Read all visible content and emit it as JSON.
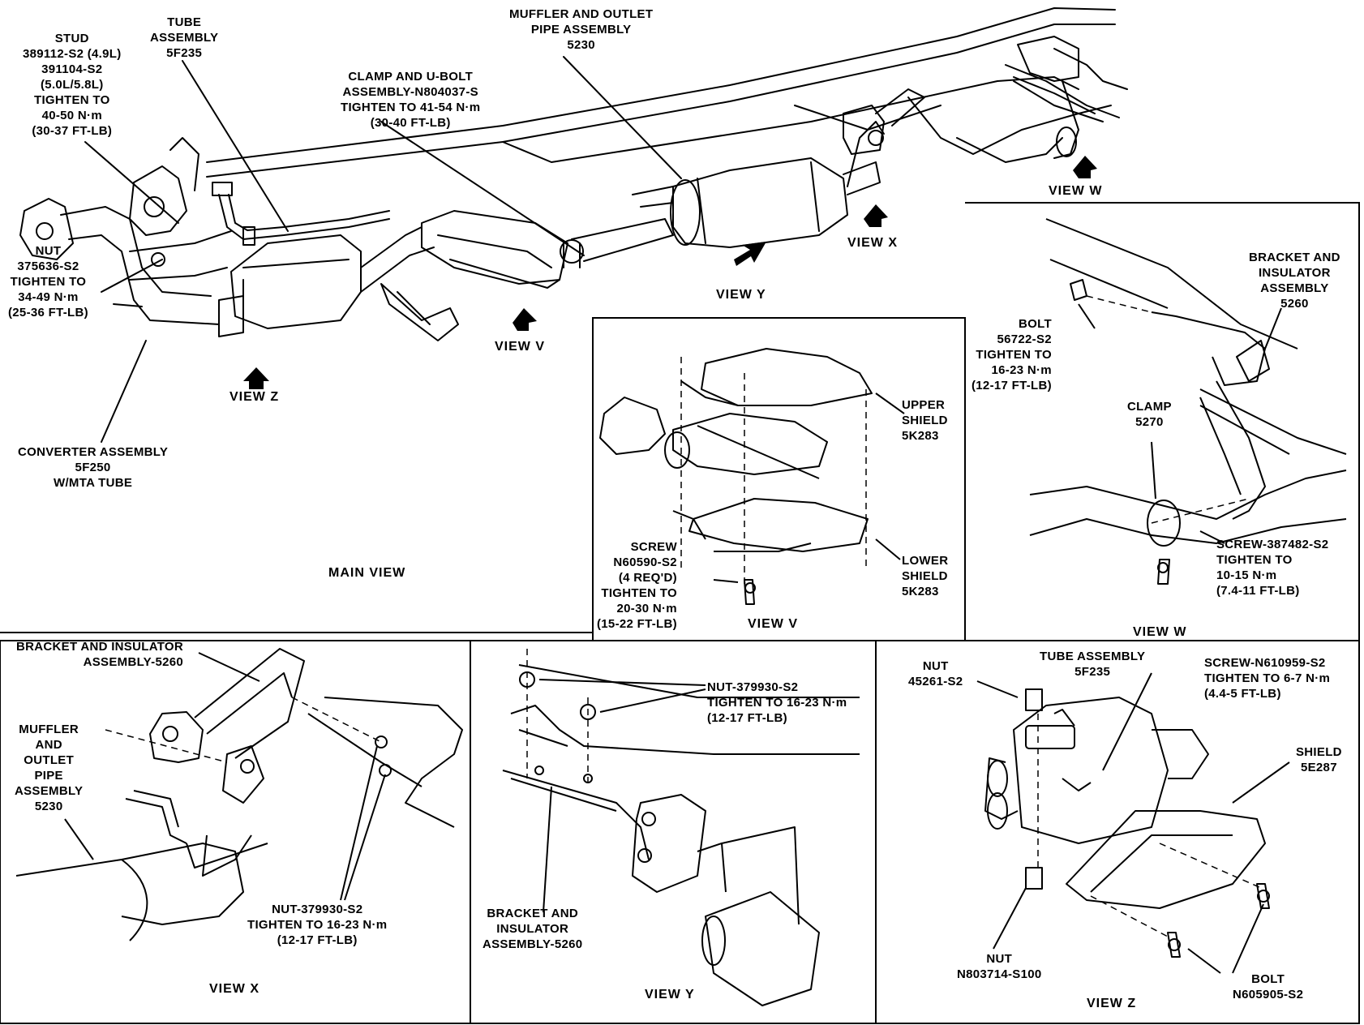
{
  "main": {
    "view_title": "MAIN VIEW",
    "stud": [
      "STUD",
      "389112-S2 (4.9L)",
      "391104-S2",
      "(5.0L/5.8L)",
      "TIGHTEN TO",
      "40-50 N·m",
      "(30-37 FT-LB)"
    ],
    "tube_assembly": [
      "TUBE",
      "ASSEMBLY",
      "5F235"
    ],
    "clamp_ubolt": [
      "CLAMP AND U-BOLT",
      "ASSEMBLY-N804037-S",
      "TIGHTEN TO 41-54 N·m",
      "(30-40 FT-LB)"
    ],
    "muffler": [
      "MUFFLER AND OUTLET",
      "PIPE ASSEMBLY",
      "5230"
    ],
    "nut": [
      "NUT",
      "375636-S2",
      "TIGHTEN TO",
      "34-49 N·m",
      "(25-36 FT-LB)"
    ],
    "converter": [
      "CONVERTER ASSEMBLY",
      "5F250",
      "W/MTA TUBE"
    ],
    "view_refs": {
      "z": "VIEW Z",
      "v": "VIEW V",
      "y": "VIEW Y",
      "x": "VIEW X",
      "w": "VIEW W"
    }
  },
  "view_v": {
    "title": "VIEW V",
    "upper_shield": [
      "UPPER",
      "SHIELD",
      "5K283"
    ],
    "lower_shield": [
      "LOWER",
      "SHIELD",
      "5K283"
    ],
    "screw": [
      "SCREW",
      "N60590-S2",
      "(4 REQ'D)",
      "TIGHTEN TO",
      "20-30 N·m",
      "(15-22 FT-LB)"
    ]
  },
  "view_w": {
    "title": "VIEW W",
    "bracket": [
      "BRACKET AND",
      "INSULATOR",
      "ASSEMBLY",
      "5260"
    ],
    "bolt": [
      "BOLT",
      "56722-S2",
      "TIGHTEN TO",
      "16-23 N·m",
      "(12-17 FT-LB)"
    ],
    "clamp": [
      "CLAMP",
      "5270"
    ],
    "screw": [
      "SCREW-387482-S2",
      "TIGHTEN TO",
      "10-15 N·m",
      "(7.4-11 FT-LB)"
    ]
  },
  "view_x": {
    "title": "VIEW X",
    "bracket": [
      "BRACKET AND INSULATOR",
      "ASSEMBLY-5260"
    ],
    "muffler": [
      "MUFFLER",
      "AND",
      "OUTLET",
      "PIPE",
      "ASSEMBLY",
      "5230"
    ],
    "nut": [
      "NUT-379930-S2",
      "TIGHTEN TO 16-23 N·m",
      "(12-17 FT-LB)"
    ]
  },
  "view_y": {
    "title": "VIEW Y",
    "nut": [
      "NUT-379930-S2",
      "TIGHTEN TO 16-23 N·m",
      "(12-17 FT-LB)"
    ],
    "bracket": [
      "BRACKET AND",
      "INSULATOR",
      "ASSEMBLY-5260"
    ]
  },
  "view_z": {
    "title": "VIEW Z",
    "nut_top": [
      "NUT",
      "45261-S2"
    ],
    "tube": [
      "TUBE ASSEMBLY",
      "5F235"
    ],
    "screw": [
      "SCREW-N610959-S2",
      "TIGHTEN TO 6-7 N·m",
      "(4.4-5 FT-LB)"
    ],
    "shield": [
      "SHIELD",
      "5E287"
    ],
    "nut_bottom": [
      "NUT",
      "N803714-S100"
    ],
    "bolt": [
      "BOLT",
      "N605905-S2"
    ]
  }
}
